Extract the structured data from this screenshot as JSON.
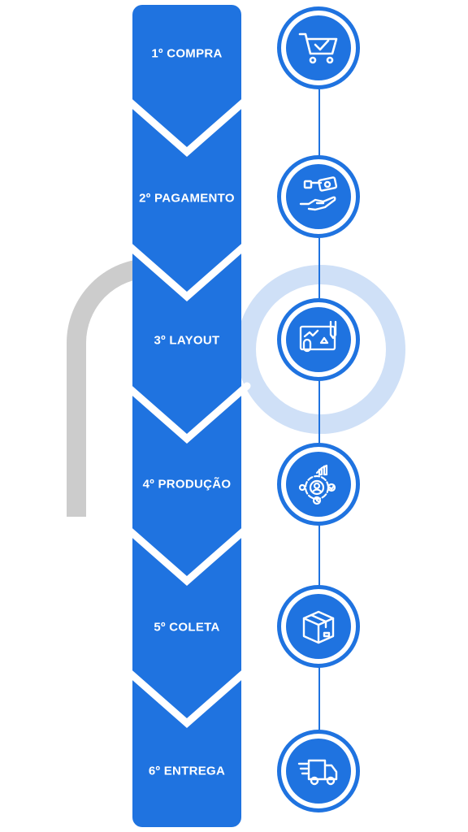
{
  "colors": {
    "primary": "#1f73e0",
    "logo_gray": "#cccccc",
    "logo_light_blue": "#cfe0f7",
    "text": "#ffffff"
  },
  "steps": [
    {
      "label": "1º COMPRA",
      "icon": "shopping-cart-check-icon"
    },
    {
      "label": "2º PAGAMENTO",
      "icon": "hand-payment-icon"
    },
    {
      "label": "3º LAYOUT",
      "icon": "design-layout-icon"
    },
    {
      "label": "4º PRODUÇÃO",
      "icon": "production-gear-icon"
    },
    {
      "label": "5º COLETA",
      "icon": "package-box-icon"
    },
    {
      "label": "6º ENTREGA",
      "icon": "delivery-truck-icon"
    }
  ]
}
